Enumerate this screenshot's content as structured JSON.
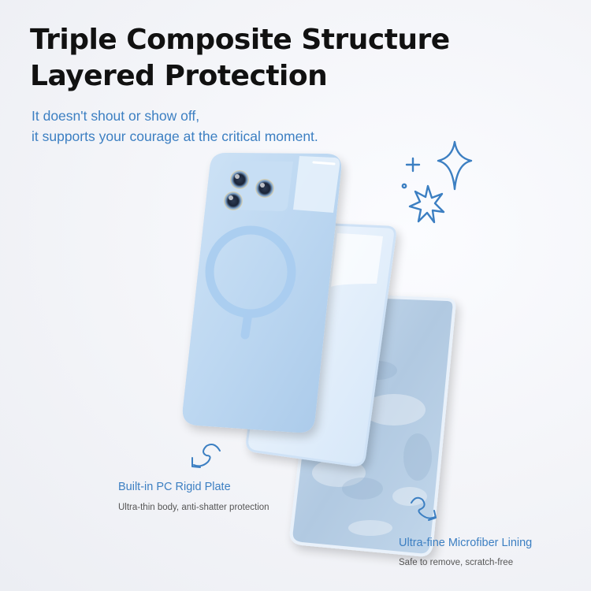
{
  "headline": {
    "line1": "Triple Composite Structure",
    "line2": "Layered Protection"
  },
  "tagline": {
    "line1": "It doesn't shout or show off,",
    "line2": "it supports your courage at the critical moment."
  },
  "features": [
    {
      "title": "Built-in PC Rigid Plate",
      "description": "Ultra-thin body, anti-shatter protection"
    },
    {
      "title": "Ultra-fine Microfiber Lining",
      "description": "Safe to remove, scratch-free"
    }
  ],
  "colors": {
    "headline": "#111111",
    "accent": "#3c7fc2",
    "case": "#bcd7f1",
    "plate": "#dcebfa",
    "lining": "#b7cde3",
    "caption_text": "#555555"
  },
  "icons": [
    "sparkles-icon",
    "curved-arrow-down-left-icon",
    "curved-arrow-down-right-icon"
  ]
}
